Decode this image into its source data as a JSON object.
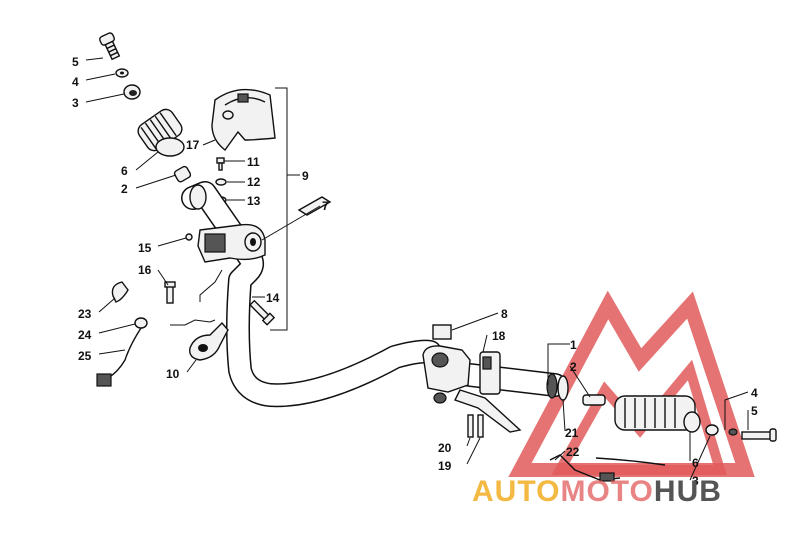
{
  "callouts": {
    "c5a": "5",
    "c4a": "4",
    "c3a": "3",
    "c6a": "6",
    "c2a": "2",
    "c17": "17",
    "c11": "11",
    "c12": "12",
    "c13": "13",
    "c9": "9",
    "c7": "7",
    "c15": "15",
    "c16": "16",
    "c14": "14",
    "c23": "23",
    "c24": "24",
    "c25": "25",
    "c10": "10",
    "c8": "8",
    "c18": "18",
    "c1": "1",
    "c2b": "2",
    "c21": "21",
    "c20": "20",
    "c19": "19",
    "c22": "22",
    "c6b": "6",
    "c3b": "3",
    "c4b": "4",
    "c5b": "5"
  },
  "watermark": {
    "part1": "AUTO",
    "part2": "MOTO",
    "part3": "HUB",
    "color_auto": "#f4b942",
    "color_moto": "#e25b5b",
    "color_hub": "#555555"
  }
}
